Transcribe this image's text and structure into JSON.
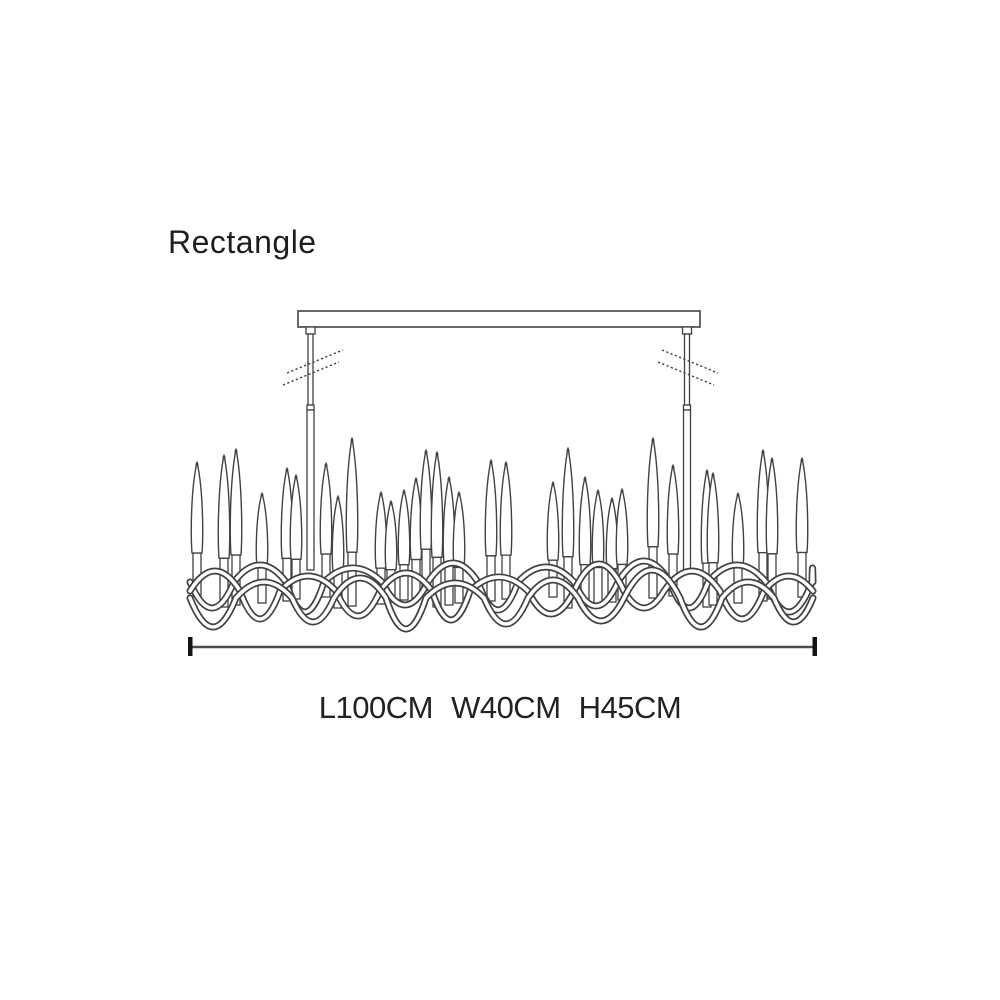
{
  "diagram": {
    "shape_label": "Rectangle",
    "dimensions_text": "L100CM W40CM H45CM",
    "dimension_labels": [
      "L100CM",
      "W40CM",
      "H45CM"
    ],
    "dimensions": {
      "length_cm": 100,
      "width_cm": 40,
      "height_cm": 45
    },
    "colors": {
      "background": "#ffffff",
      "line": "#424242",
      "dimension_line": "#4d4d4d",
      "end_cap": "#141414",
      "text": "#1e1e1e"
    },
    "parts": {
      "canopy": "ceiling-mount-bar",
      "rod_left": "hanging-rod-left",
      "rod_right": "hanging-rod-right",
      "marks": "height-adjustment-marks",
      "candles": "crystal-candle-spikes",
      "branches": "swirl-branch-frame",
      "dimension_line": "length-dimension-line"
    }
  }
}
